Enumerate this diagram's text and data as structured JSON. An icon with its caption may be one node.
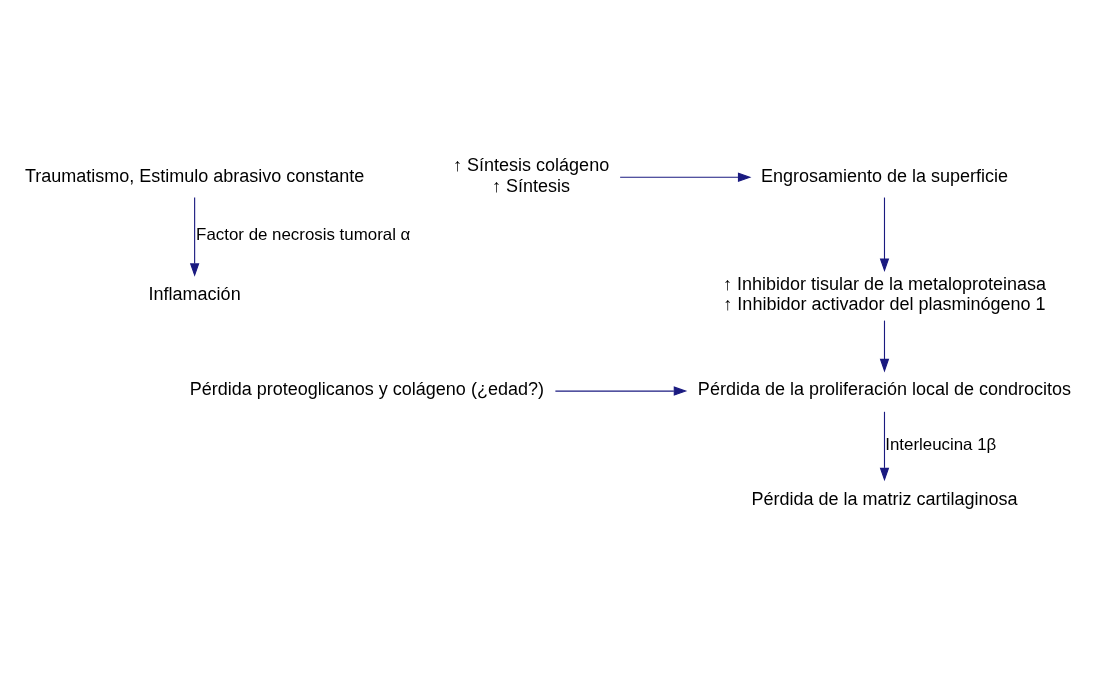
{
  "diagram": {
    "nodes": [
      {
        "text": [
          "Traumatismo, Estimulo abrasivo constante"
        ]
      },
      {
        "text": [
          "↑ Síntesis colágeno",
          "↑ Síntesis"
        ]
      },
      {
        "text": [
          "Engrosamiento de la superficie"
        ]
      },
      {
        "text": [
          "Inflamación"
        ]
      },
      {
        "text": [
          "↑ Inhibidor tisular de la metaloproteinasa",
          "↑ Inhibidor activador del plasminógeno 1"
        ]
      },
      {
        "text": [
          "Pérdida proteoglicanos y colágeno (¿edad?)"
        ]
      },
      {
        "text": [
          "Pérdida de la proliferación local de condrocitos"
        ]
      },
      {
        "text": [
          "Pérdida de la matriz cartilaginosa"
        ]
      }
    ],
    "edges": [
      {
        "from": 1,
        "to": 2,
        "arrow": "to"
      },
      {
        "from": 0,
        "to": 3,
        "arrow": "to",
        "label": "Factor de necrosis tumoral α"
      },
      {
        "from": 2,
        "to": 4,
        "arrow": "to"
      },
      {
        "from": 4,
        "to": 6,
        "arrow": "to"
      },
      {
        "from": 5,
        "to": 6,
        "arrow": "to"
      },
      {
        "from": 6,
        "to": 7,
        "arrow": "to",
        "label": "Interleucina 1β"
      }
    ]
  }
}
